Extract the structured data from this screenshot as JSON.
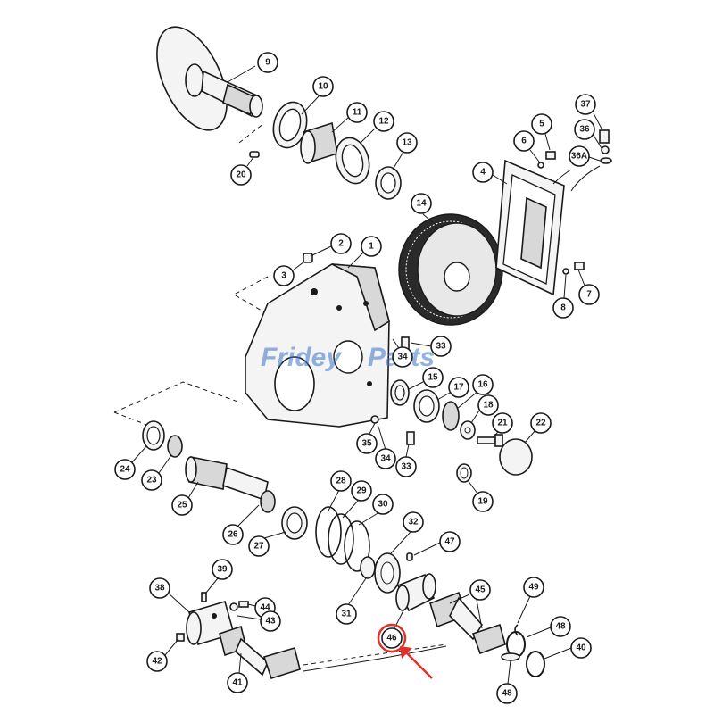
{
  "watermark": {
    "word1": "Fridey",
    "word2": "Parts",
    "accent": "#3a74c9",
    "secondary": "#f0a830"
  },
  "highlight": {
    "label": "46",
    "color": "#e0302a"
  },
  "labels": [
    "9",
    "10",
    "11",
    "12",
    "13",
    "20",
    "2",
    "1",
    "3",
    "14",
    "4",
    "5",
    "6",
    "37",
    "36",
    "36A",
    "7",
    "8",
    "33",
    "34",
    "15",
    "17",
    "16",
    "18",
    "21",
    "22",
    "35",
    "34",
    "33",
    "19",
    "24",
    "23",
    "25",
    "26",
    "27",
    "28",
    "29",
    "30",
    "32",
    "47",
    "31",
    "39",
    "38",
    "44",
    "43",
    "42",
    "41",
    "46",
    "45",
    "49",
    "48",
    "40",
    "48"
  ]
}
